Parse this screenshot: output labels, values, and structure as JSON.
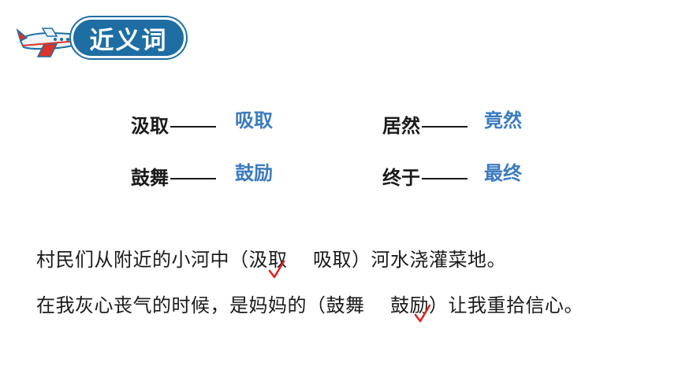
{
  "title": "近义词",
  "colors": {
    "badge": "#1e6ea3",
    "answer": "#3c7bbf",
    "check": "#e02020",
    "text": "#1a1a1a"
  },
  "pairs": [
    {
      "word": "汲取",
      "answer": "吸取"
    },
    {
      "word": "居然",
      "answer": "竟然"
    },
    {
      "word": "鼓舞",
      "answer": "鼓励"
    },
    {
      "word": "终于",
      "answer": "最终"
    }
  ],
  "sentences": [
    {
      "before": "村民们从附近的小河中（",
      "option_a": "汲取",
      "option_b": "吸取",
      "after": "）河水浇灌菜地。",
      "checked": "option_a"
    },
    {
      "before": "在我灰心丧气的时候，是妈妈的（",
      "option_a": "鼓舞",
      "option_b": "鼓励",
      "after": "）让我重拾信心。",
      "checked": "option_b"
    }
  ],
  "icons": {
    "plane": "airplane-icon",
    "check": "check-mark-icon"
  }
}
